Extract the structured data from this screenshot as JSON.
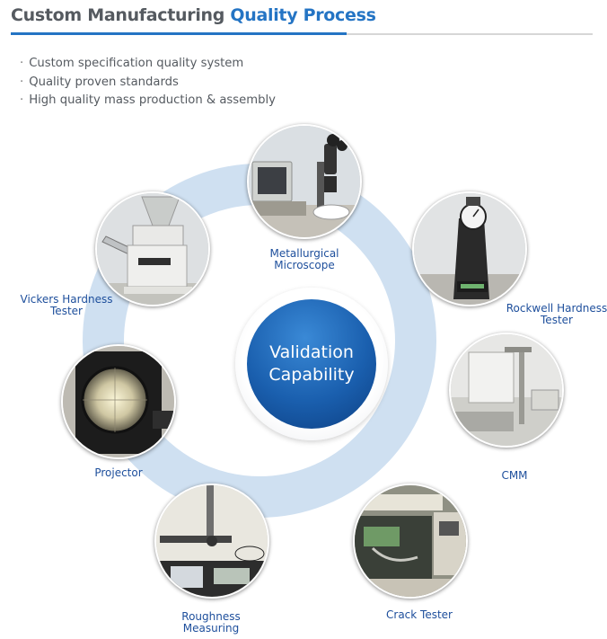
{
  "header": {
    "title_part1": "Custom Manufacturing ",
    "title_part2": "Quality Process"
  },
  "bullets": [
    "Custom specification quality system",
    "Quality proven standards",
    "High quality mass production & assembly"
  ],
  "center": {
    "line1": "Validation",
    "line2": "Capability"
  },
  "stations": {
    "metallurgical": {
      "line1": "Metallurgical",
      "line2": "Microscope"
    },
    "rockwell": {
      "line1": "Rockwell Hardness",
      "line2": "Tester"
    },
    "cmm": {
      "line1": "CMM"
    },
    "crack": {
      "line1": "Crack Tester"
    },
    "roughness": {
      "line1": "Roughness",
      "line2": "Measuring"
    },
    "projector": {
      "line1": "Projector"
    },
    "vickers": {
      "line1": "Vickers Hardness",
      "line2": "Tester"
    }
  },
  "colors": {
    "accent": "#2474c4",
    "label": "#1e4f9c",
    "ring": "#cfe0f1",
    "center": "#1a5fae"
  }
}
